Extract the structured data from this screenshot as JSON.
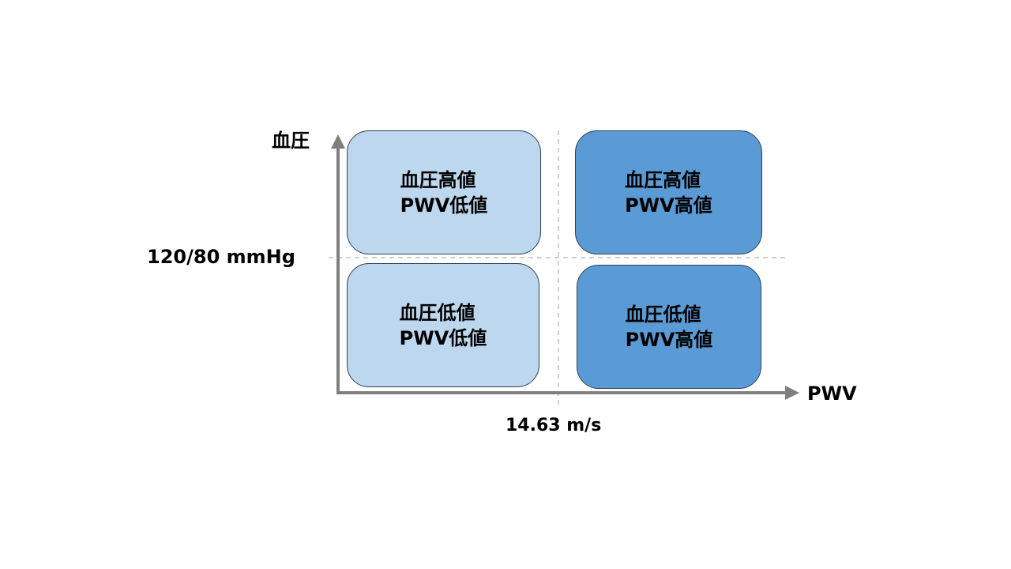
{
  "axes": {
    "y_label": "血圧",
    "x_label": "PWV",
    "y_threshold": "120/80 mmHg",
    "x_threshold": "14.63 m/s"
  },
  "quadrants": {
    "top_left": {
      "line1": "血圧高値",
      "line2": "PWV低値",
      "fill": "#bdd7ee"
    },
    "top_right": {
      "line1": "血圧高値",
      "line2": "PWV高値",
      "fill": "#5b9bd5"
    },
    "bottom_left": {
      "line1": "血圧低値",
      "line2": "PWV低値",
      "fill": "#bdd7ee"
    },
    "bottom_right": {
      "line1": "血圧低値",
      "line2": "PWV高値",
      "fill": "#5b9bd5"
    }
  },
  "colors": {
    "axis": "#7f7f7f",
    "divider": "#d0d0d0",
    "light_fill": "#bdd7ee",
    "dark_fill": "#5b9bd5"
  }
}
